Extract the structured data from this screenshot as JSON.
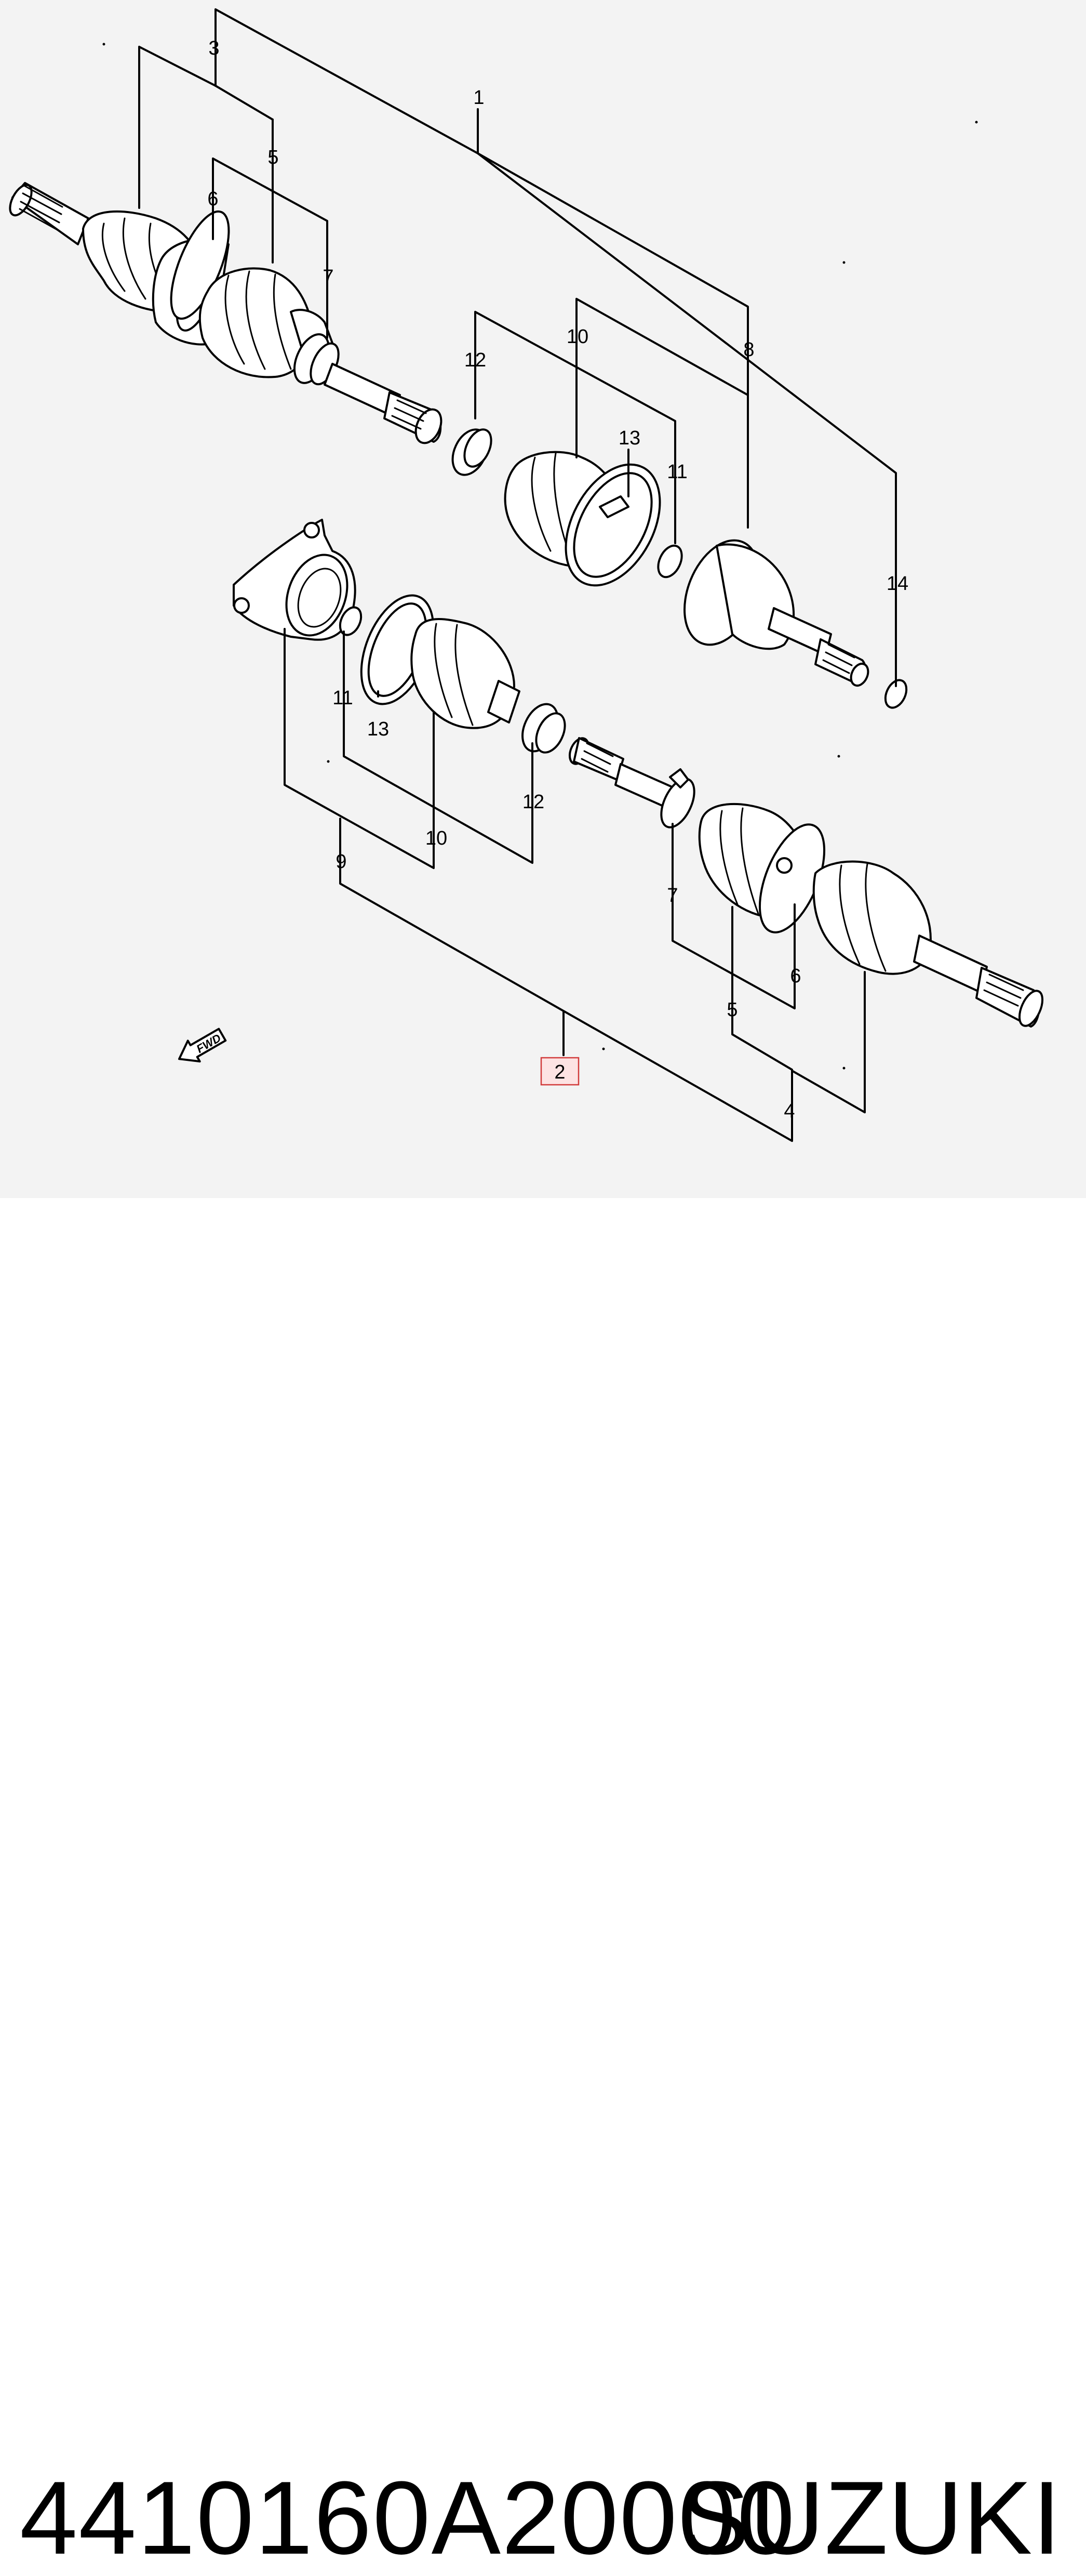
{
  "diagram": {
    "callouts": {
      "c1": "1",
      "c2": "2",
      "c3": "3",
      "c4": "4",
      "c5a": "5",
      "c5b": "5",
      "c6a": "6",
      "c6b": "6",
      "c7a": "7",
      "c7b": "7",
      "c8": "8",
      "c9": "9",
      "c10a": "10",
      "c10b": "10",
      "c11a": "11",
      "c11b": "11",
      "c12a": "12",
      "c12b": "12",
      "c13a": "13",
      "c13b": "13",
      "c14": "14"
    },
    "highlighted_callout": "2",
    "fwd_label": "FWD"
  },
  "footer": {
    "part_number": "4410160A20000",
    "brand": "SUZUKI"
  },
  "colors": {
    "highlight_fill": "#fde3e3",
    "highlight_border": "#d23c3c",
    "panel_background": "#f3f3f3"
  }
}
